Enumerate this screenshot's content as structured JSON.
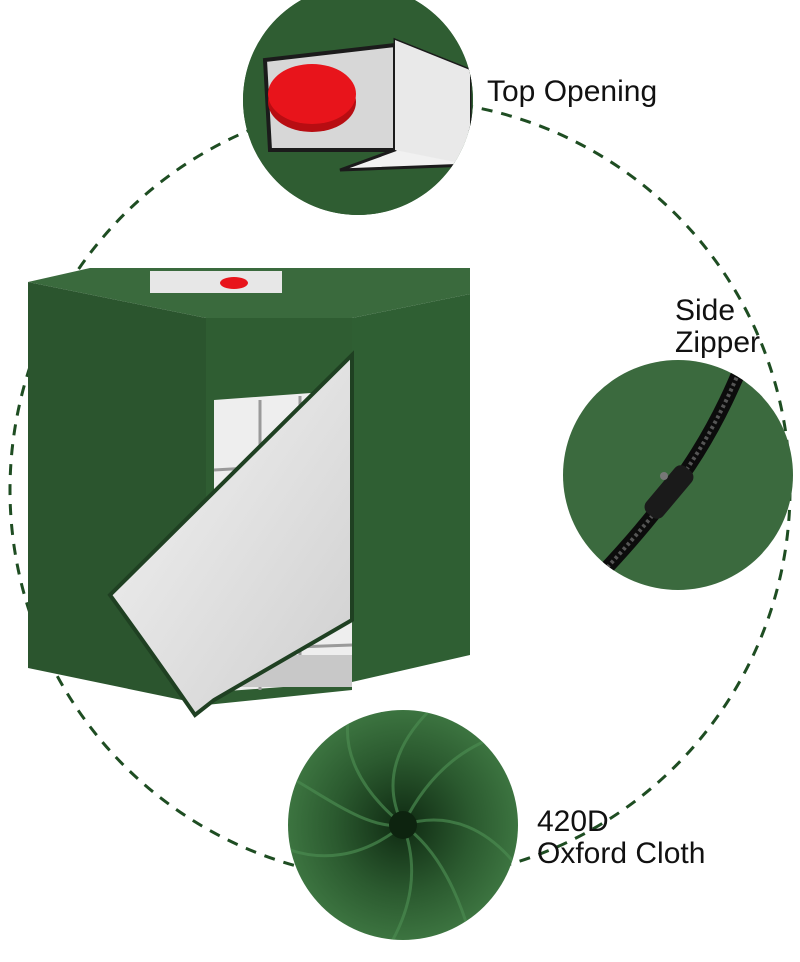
{
  "features": [
    {
      "id": "top-opening",
      "lines": [
        "Top Opening"
      ],
      "icon": "cap-flap-icon"
    },
    {
      "id": "side-zipper",
      "lines": [
        "Side",
        "Zipper"
      ],
      "icon": "zipper-icon"
    },
    {
      "id": "oxford-cloth",
      "lines": [
        "420D",
        "Oxford Cloth"
      ],
      "icon": "fabric-swirl-icon"
    }
  ],
  "colors": {
    "cover_green": "#2f5d32",
    "cover_green_dark": "#1f4022",
    "cover_green_light": "#3a6e3d",
    "lining_silver": "#e6e6e6",
    "cap_red": "#e8141b",
    "dashed_circle": "#1e4d22",
    "text": "#111111"
  }
}
